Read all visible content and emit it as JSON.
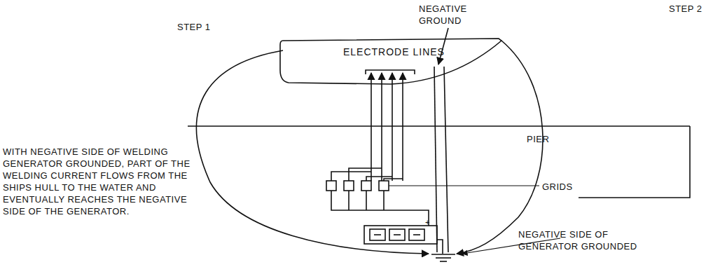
{
  "diagram": {
    "nodes": [
      {
        "text": [
          "ELECTRODE LINES"
        ]
      }
    ],
    "labels": [
      "STEP 1",
      "STEP 2",
      "NEGATIVE GROUND",
      "PIER",
      "WITH NEGATIVE SIDE OF WELDING GENERATOR GROUNDED, PART OF THE WELDING CURRENT FLOWS FROM THE SHIPS HULL TO THE WATER AND EVENTUALLY REACHES THE NEGATIVE SIDE OF THE GENERATOR.",
      "GRIDS",
      "NEGATIVE SIDE OF GENERATOR GROUNDED",
      "+"
    ]
  }
}
